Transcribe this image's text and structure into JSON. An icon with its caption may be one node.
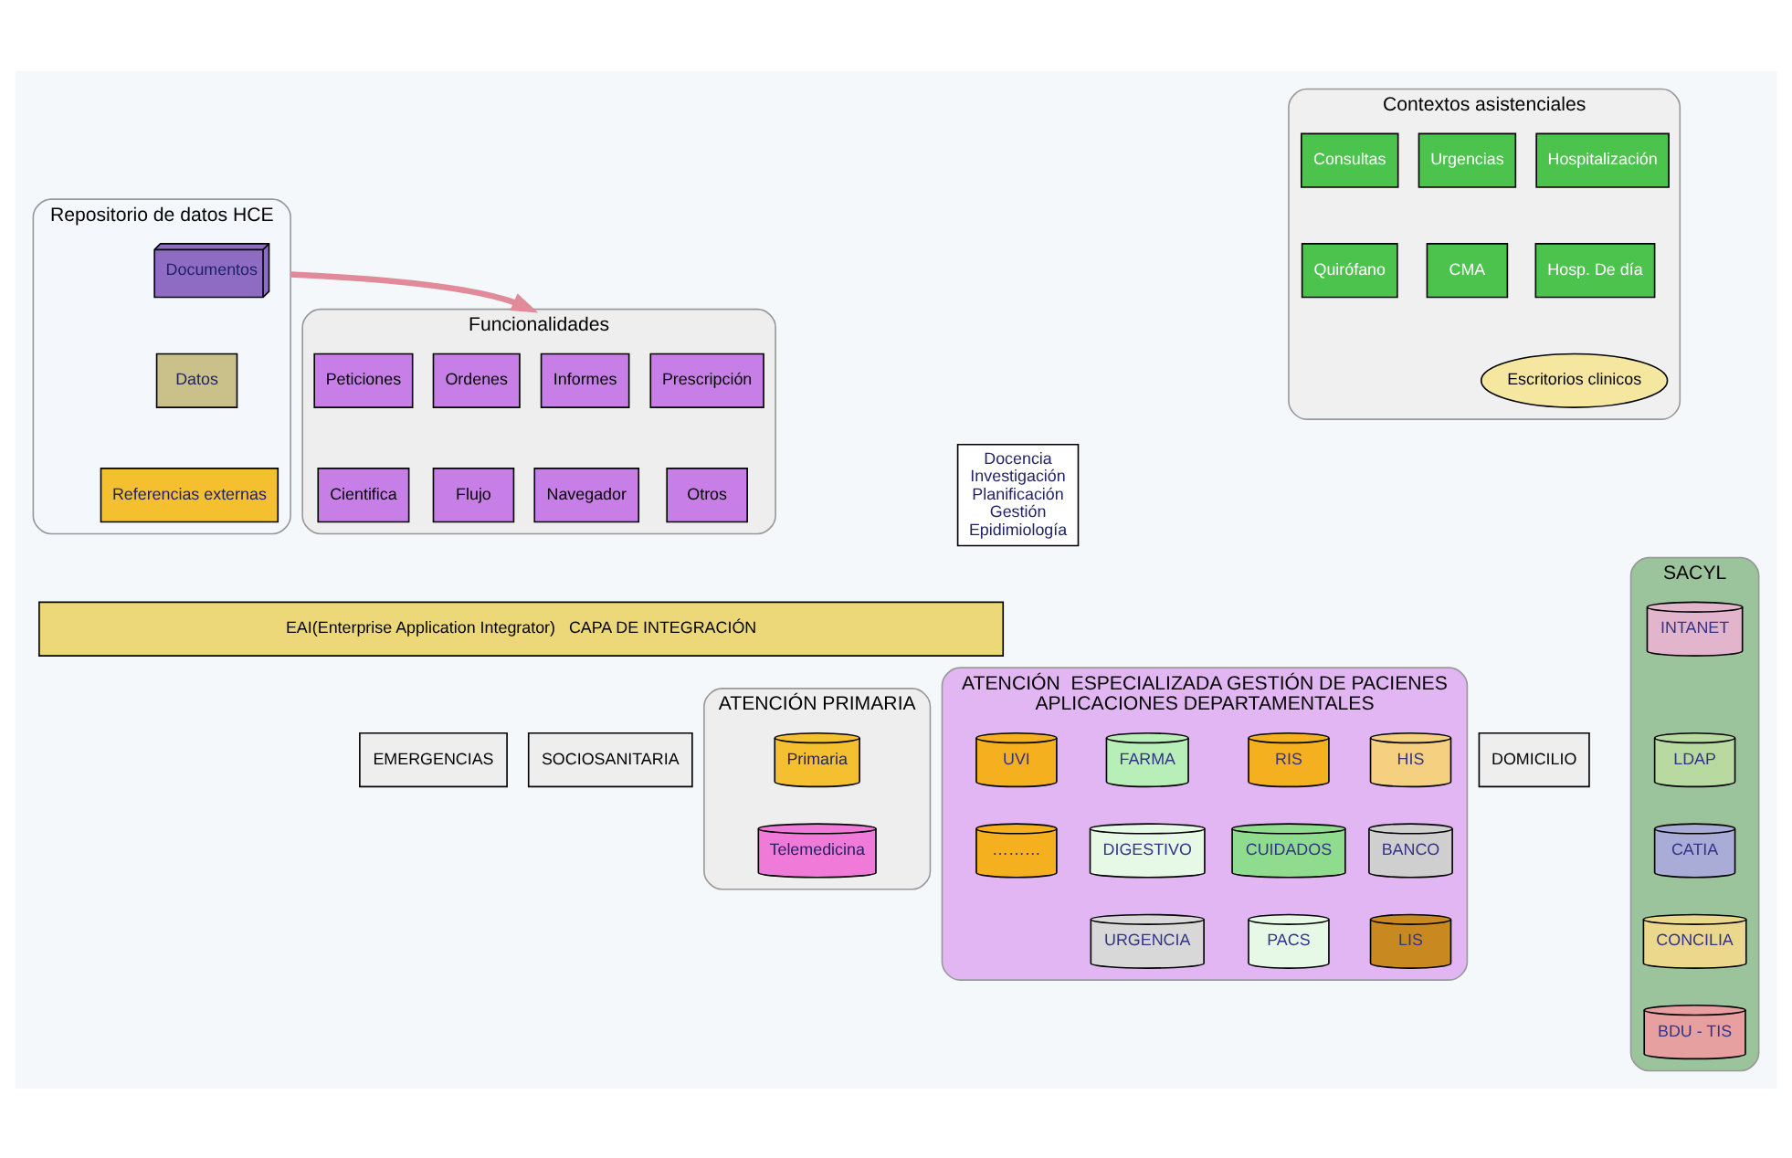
{
  "diagram": {
    "nodes": [
      {
        "text": [
          "Funcionalidades"
        ]
      },
      {
        "text": [
          "Informes"
        ],
        "in": 0
      },
      {
        "text": [
          "Ordenes"
        ],
        "in": 0
      },
      {
        "text": [
          "Peticiones"
        ],
        "in": 0
      },
      {
        "text": [
          "Prescripción"
        ],
        "in": 0
      },
      {
        "text": [
          "Navegador"
        ],
        "in": 0
      },
      {
        "text": [
          "Flujo"
        ],
        "in": 0
      },
      {
        "text": [
          "Cientifica"
        ],
        "in": 0
      },
      {
        "text": [
          "Otros"
        ],
        "in": 0
      },
      {
        "text": [
          "Contextos asistenciales"
        ]
      },
      {
        "text": [
          "Hospitalización"
        ],
        "in": 9
      },
      {
        "text": [
          "Urgencias"
        ],
        "in": 9
      },
      {
        "text": [
          "Consultas"
        ],
        "in": 9
      },
      {
        "text": [
          "Hosp. De día"
        ],
        "in": 9
      },
      {
        "text": [
          "CMA"
        ],
        "in": 9
      },
      {
        "text": [
          "Quirófano"
        ],
        "in": 9
      },
      {
        "text": [
          "Escritorios clinicos"
        ],
        "in": 9
      },
      {
        "text": [
          "SACYL"
        ]
      },
      {
        "text": [
          "INTANET"
        ],
        "in": 17
      },
      {
        "text": [
          "LDAP"
        ],
        "in": 17
      },
      {
        "text": [
          "CATIA"
        ],
        "in": 17
      },
      {
        "text": [
          "CONCILIA"
        ],
        "in": 17
      },
      {
        "text": [
          "BDU - TIS"
        ],
        "in": 17
      },
      {
        "text": [
          "Repositorio de datos HCE"
        ]
      },
      {
        "text": [
          "Documentos"
        ],
        "in": 23
      },
      {
        "text": [
          "Datos"
        ],
        "in": 23
      },
      {
        "text": [
          "Referencias externas"
        ],
        "in": 23
      },
      {
        "text": [
          "Docencia",
          "Investigación",
          "Planificación",
          "Gestión",
          "Epidimiología"
        ]
      },
      {
        "text": [
          "EAI(Enterprise Application Integrator)   CAPA DE INTEGRACIÓN"
        ]
      },
      {
        "text": [
          "DOMICILIO"
        ]
      },
      {
        "text": [
          "EMERGENCIAS"
        ]
      },
      {
        "text": [
          "SOCIOSANITARIA"
        ]
      },
      {
        "text": [
          "ATENCIÓN PRIMARIA"
        ]
      },
      {
        "text": [
          "Primaria"
        ],
        "in": 32
      },
      {
        "text": [
          "Telemedicina"
        ],
        "in": 32
      },
      {
        "text": [
          "ATENCIÓN  ESPECIALIZADA GESTIÓN DE PACIENES",
          "APLICACIONES DEPARTAMENTALES"
        ]
      },
      {
        "text": [
          "HIS"
        ],
        "in": 35
      },
      {
        "text": [
          "RIS"
        ],
        "in": 35
      },
      {
        "text": [
          "FARMA"
        ],
        "in": 35
      },
      {
        "text": [
          "UVI"
        ],
        "in": 35
      },
      {
        "text": [
          "BANCO"
        ],
        "in": 35
      },
      {
        "text": [
          "CUIDADOS"
        ],
        "in": 35
      },
      {
        "text": [
          "DIGESTIVO"
        ],
        "in": 35
      },
      {
        "text": [
          "………"
        ],
        "in": 35
      },
      {
        "text": [
          "LIS"
        ],
        "in": 35
      },
      {
        "text": [
          "PACS"
        ],
        "in": 35
      },
      {
        "text": [
          "URGENCIA"
        ],
        "in": 35
      }
    ],
    "edges": [
      {
        "from": 23,
        "to": 0,
        "arrow": "to"
      }
    ]
  }
}
